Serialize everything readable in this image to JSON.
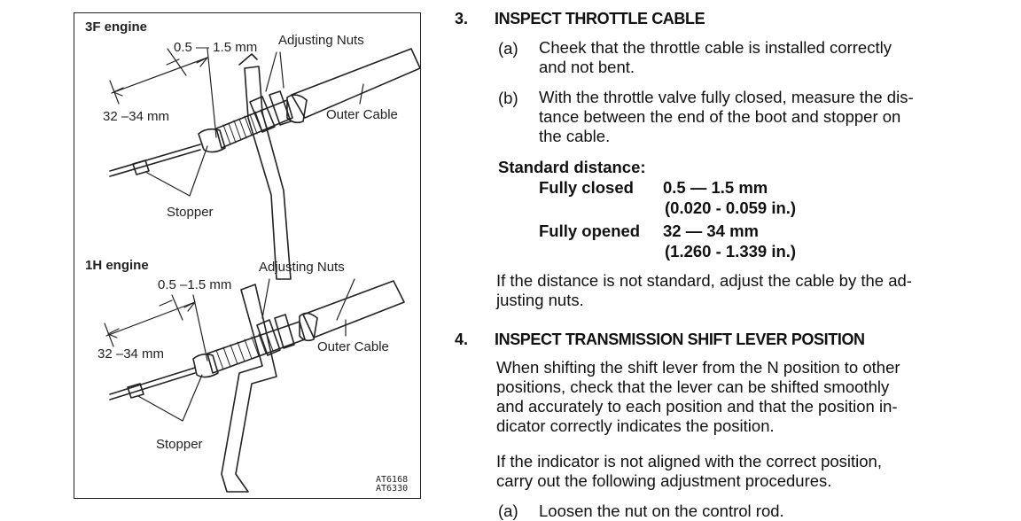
{
  "figure": {
    "panel_top": {
      "title": "3F engine",
      "gap_label": "0.5 — 1.5 mm",
      "nuts_label": "Adjusting Nuts",
      "distance_label": "32 –34 mm",
      "cable_label": "Outer Cable",
      "stopper_label": "Stopper"
    },
    "panel_bottom": {
      "title": "1H engine",
      "gap_label": "0.5 –1.5 mm",
      "nuts_label": "Adjusting Nuts",
      "distance_label": "32 –34 mm",
      "cable_label": "Outer Cable",
      "stopper_label": "Stopper"
    },
    "codes": [
      "AT6168",
      "AT6330"
    ]
  },
  "section3": {
    "number": "3.",
    "heading": "INSPECT THROTTLE CABLE",
    "items": [
      {
        "letter": "(a)",
        "line1": "Cheek that the throttle cable is installed correctly",
        "line2": "and not bent."
      },
      {
        "letter": "(b)",
        "line1": "With the throttle valve fully closed, measure the dis-",
        "line2": "tance between the end of the boot and stopper on",
        "line3": "the cable."
      }
    ],
    "standard_label": "Standard distance:",
    "spec": {
      "closed_label": "Fully closed",
      "closed_mm": "0.5 — 1.5 mm",
      "closed_in": "(0.020 - 0.059 in.)",
      "opened_label": "Fully opened",
      "opened_mm": "32 — 34 mm",
      "opened_in": "(1.260 - 1.339 in.)"
    },
    "note_line1": "If the distance is not standard, adjust the cable by the ad-",
    "note_line2": "justing nuts."
  },
  "section4": {
    "number": "4.",
    "heading": "INSPECT TRANSMISSION SHIFT LEVER POSITION",
    "p1": [
      "When shifting the shift lever from the N position to other",
      "positions, check that the lever can be shifted smoothly",
      "and accurately to each position and that the position in-",
      "dicator correctly indicates the position."
    ],
    "p2": [
      "If the indicator is not aligned with the correct position,",
      "carry out the following adjustment procedures."
    ],
    "item_a_letter": "(a)",
    "item_a_text": "Loosen the nut on the control rod."
  }
}
